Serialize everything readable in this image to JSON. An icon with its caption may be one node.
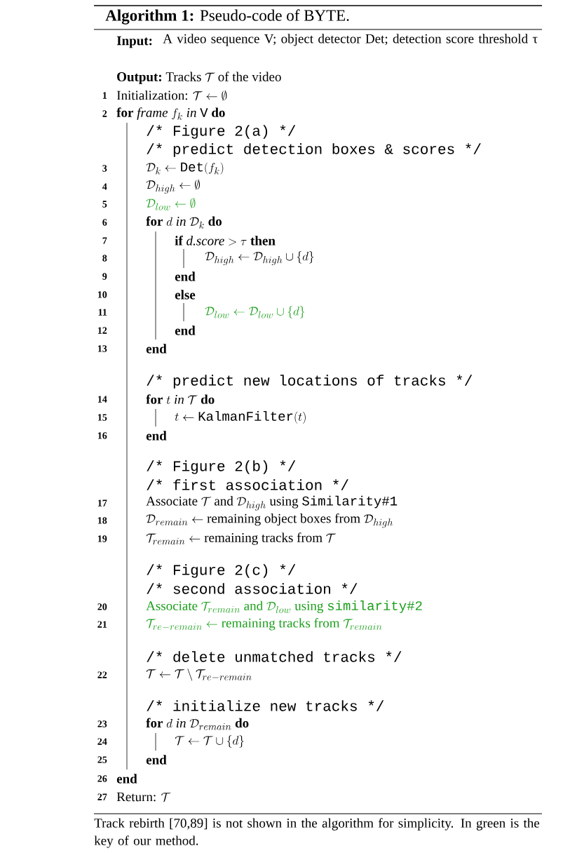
{
  "diagram": {
    "title": "**Algorithm 1:** Pseudo-code of BYTE.",
    "caption": "Track rebirth [70,89] is not shown in the algorithm for simplicity. In green is the key of our method.",
    "labels": [
      "Input:",
      "A video sequence V; object detector Det; detection score threshold τ",
      "\\textbf{Output:}\\ \\text{Tracks }\\mathcal{T}\\text{ of the video}",
      "1",
      "\\text{Initialization: }\\mathcal{T} \\leftarrow \\emptyset",
      "2",
      "\\textbf{for}\\ \\textit{frame}\\ f_k\\ \\textit{in}\\ \\texttt{V}\\ \\textbf{do}",
      "/* Figure 2(a) */",
      "/* predict detection boxes & scores */",
      "3",
      "\\mathcal{D}_k \\leftarrow \\texttt{Det}(f_k)",
      "4",
      "\\mathcal{D}_{high} \\leftarrow \\emptyset",
      "5",
      "\\mathcal{D}_{low} \\leftarrow \\emptyset",
      "6",
      "\\textbf{for}\\ d\\ \\textit{in}\\ \\mathcal{D}_k\\ \\textbf{do}",
      "7",
      "\\textbf{if}\\ \\textit{d.score} > \\tau\\ \\textbf{then}",
      "8",
      "\\mathcal{D}_{high} \\leftarrow \\mathcal{D}_{high} \\cup \\{d\\}",
      "9",
      "end",
      "10",
      "else",
      "11",
      "\\mathcal{D}_{low} \\leftarrow \\mathcal{D}_{low} \\cup \\{d\\}",
      "12",
      "end",
      "13",
      "end",
      "/* predict new locations of tracks */",
      "14",
      "\\textbf{for}\\ t\\ \\textit{in}\\ \\mathcal{T}\\ \\textbf{do}",
      "15",
      "t \\leftarrow \\texttt{KalmanFilter}(t)",
      "16",
      "end",
      "/* Figure 2(b) */",
      "/* first association */",
      "17",
      "\\text{Associate }\\mathcal{T}\\text{ and }\\mathcal{D}_{high}\\text{ using }\\texttt{Similarity\\#1}",
      "18",
      "\\mathcal{D}_{remain} \\leftarrow \\text{remaining object boxes from }\\mathcal{D}_{high}",
      "19",
      "\\mathcal{T}_{remain} \\leftarrow \\text{remaining tracks from }\\mathcal{T}",
      "/* Figure 2(c) */",
      "/* second association */",
      "20",
      "\\text{Associate }\\mathcal{T}_{remain}\\text{ and }\\mathcal{D}_{low}\\text{ using }\\texttt{similarity\\#2}",
      "21",
      "\\mathcal{T}_{re-remain} \\leftarrow \\text{remaining tracks from }\\mathcal{T}_{remain}",
      "/* delete unmatched tracks */",
      "22",
      "\\mathcal{T} \\leftarrow \\mathcal{T} \\setminus \\mathcal{T}_{re-remain}",
      "/* initialize new tracks */",
      "23",
      "\\textbf{for}\\ d\\ \\textit{in}\\ \\mathcal{D}_{remain}\\ \\textbf{do}",
      "24",
      "\\mathcal{T} \\leftarrow \\mathcal{T} \\cup \\{d\\}",
      "25",
      "end",
      "26",
      "end",
      "27",
      "\\text{Return: }\\mathcal{T}"
    ]
  }
}
